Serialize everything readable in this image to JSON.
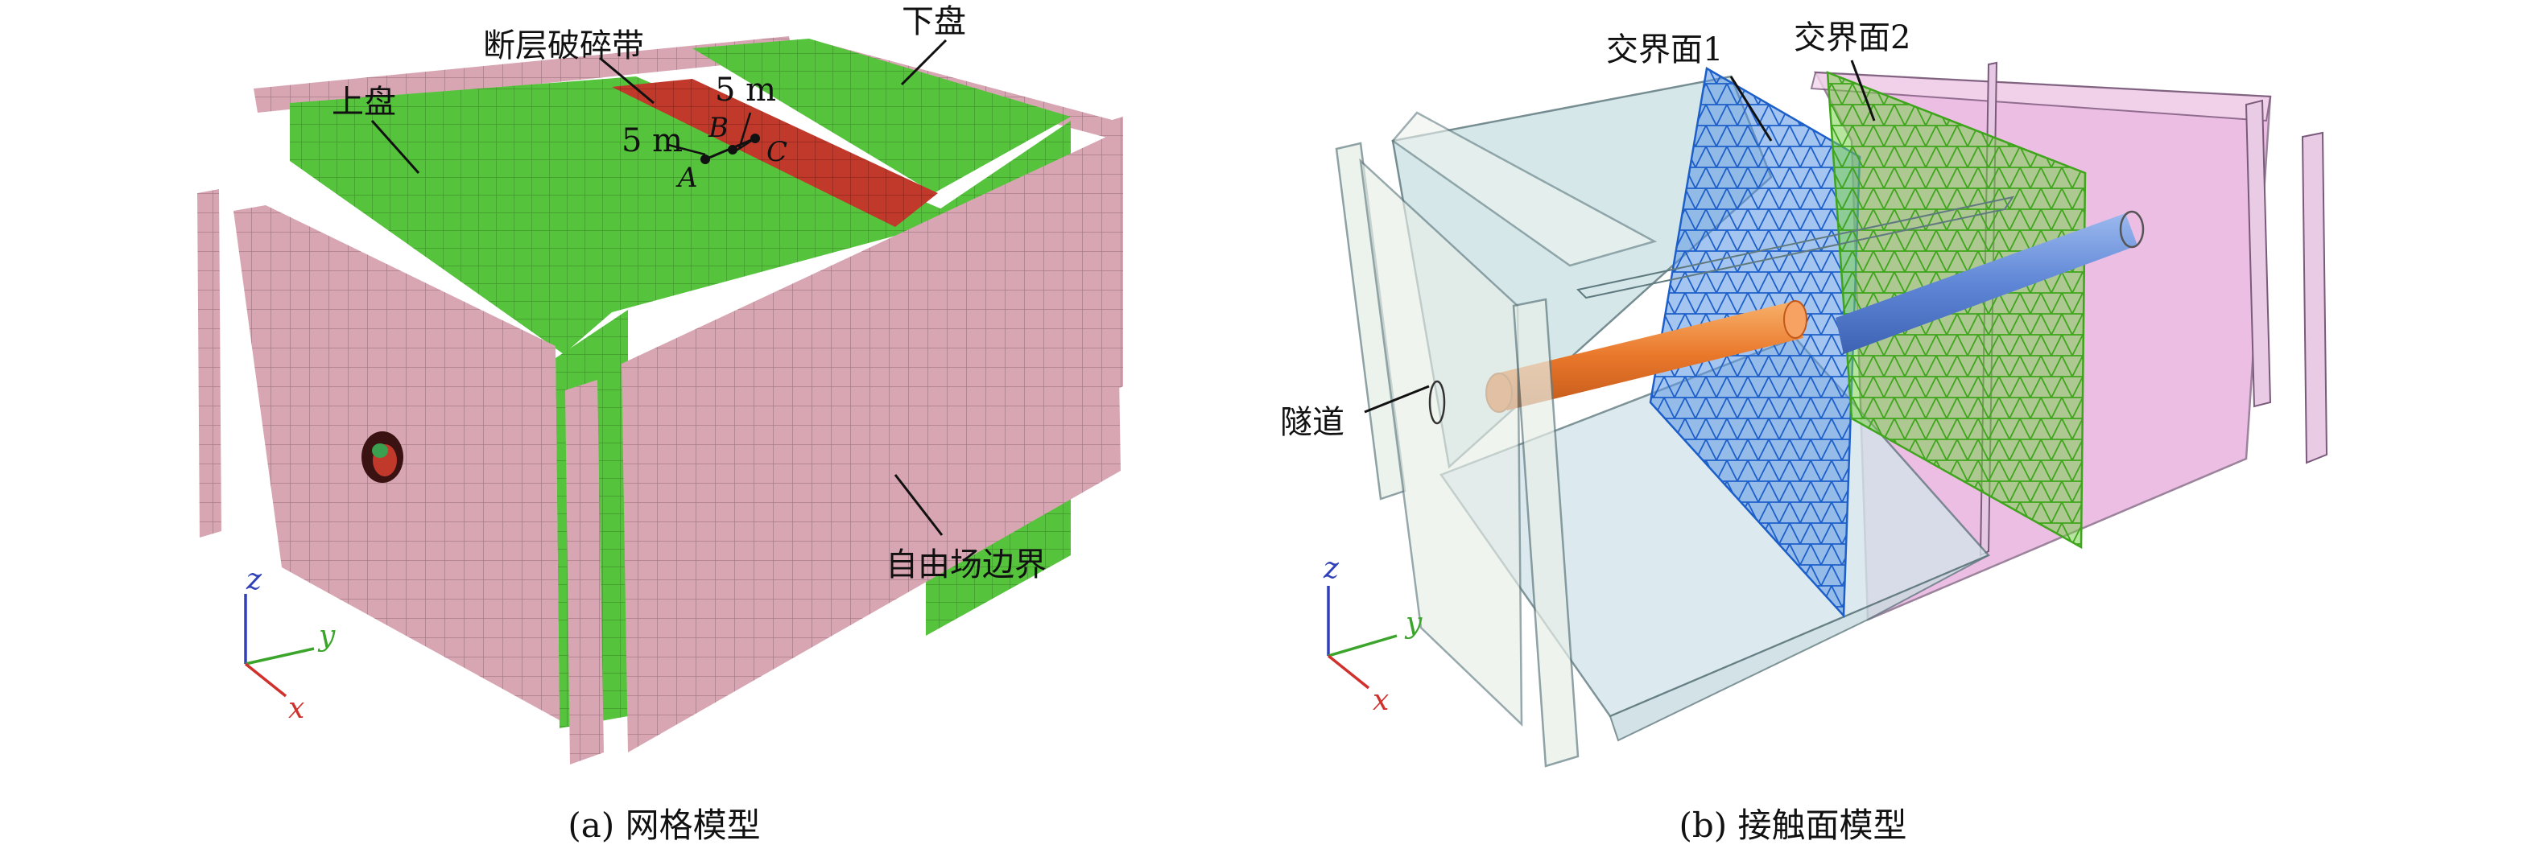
{
  "panel_a": {
    "caption": "(a) 网格模型",
    "labels": {
      "hanging_wall": "上盘",
      "fault_zone": "断层破碎带",
      "footwall": "下盘",
      "free_field": "自由场边界",
      "dim_5m_top": "5 m",
      "dim_5m_left": "5 m",
      "point_a": "A",
      "point_b": "B",
      "point_c": "C"
    },
    "axes": {
      "x": "x",
      "y": "y",
      "z": "z"
    },
    "colors": {
      "rock": "#55c43c",
      "fault": "#c0392b",
      "boundary": "#d8a6b3",
      "mesh_line": "#2f6e1d"
    }
  },
  "panel_b": {
    "caption": "(b) 接触面模型",
    "labels": {
      "interface_1": "交界面1",
      "interface_2": "交界面2",
      "tunnel": "隧道"
    },
    "axes": {
      "x": "x",
      "y": "y",
      "z": "z"
    },
    "colors": {
      "interface_1": "#3f7fdc",
      "interface_2": "#6cc43a",
      "tunnel": "#f08a3e",
      "box_left": "#cfe3e6",
      "box_right": "#e7a9dc"
    }
  }
}
